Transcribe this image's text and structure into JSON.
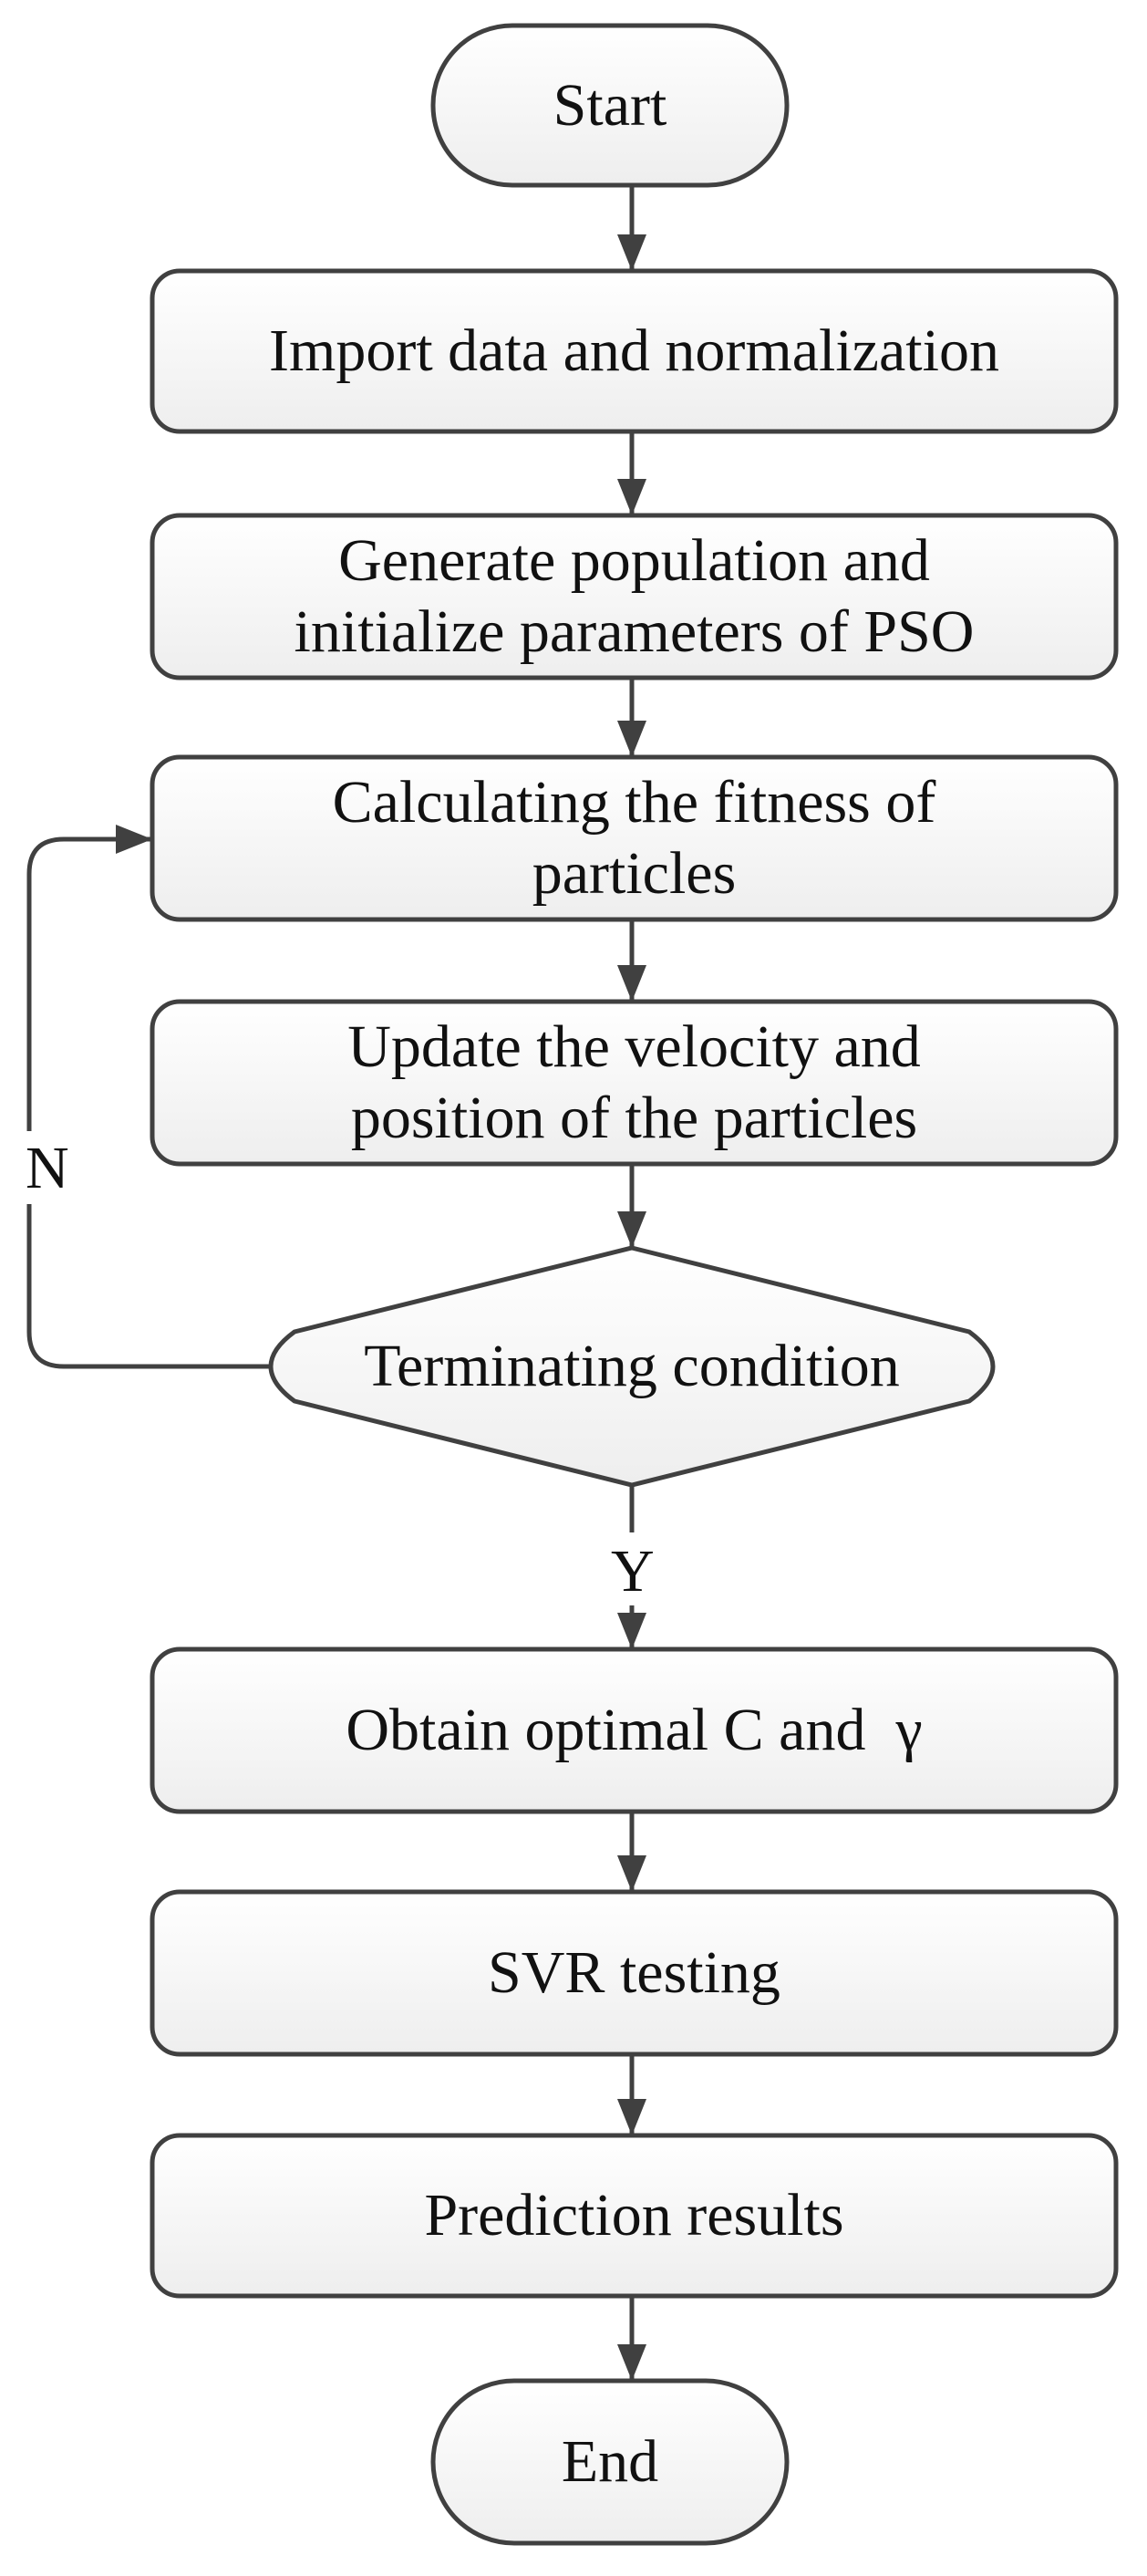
{
  "flowchart": {
    "start": "Start",
    "import": "Import data and normalization",
    "generate": [
      "Generate population and",
      "initialize parameters of PSO"
    ],
    "fitness": [
      "Calculating the fitness of",
      "particles"
    ],
    "update": [
      "Update the velocity and",
      "position of the particles"
    ],
    "decision": "Terminating condition",
    "optimal": "Obtain optimal C and  γ",
    "svr": "SVR testing",
    "prediction": "Prediction results",
    "end": "End",
    "label_no": "N",
    "label_yes": "Y"
  },
  "colors": {
    "stroke": "#404040",
    "fill_top": "#ffffff",
    "fill_bottom": "#efefef",
    "text": "#111111"
  }
}
